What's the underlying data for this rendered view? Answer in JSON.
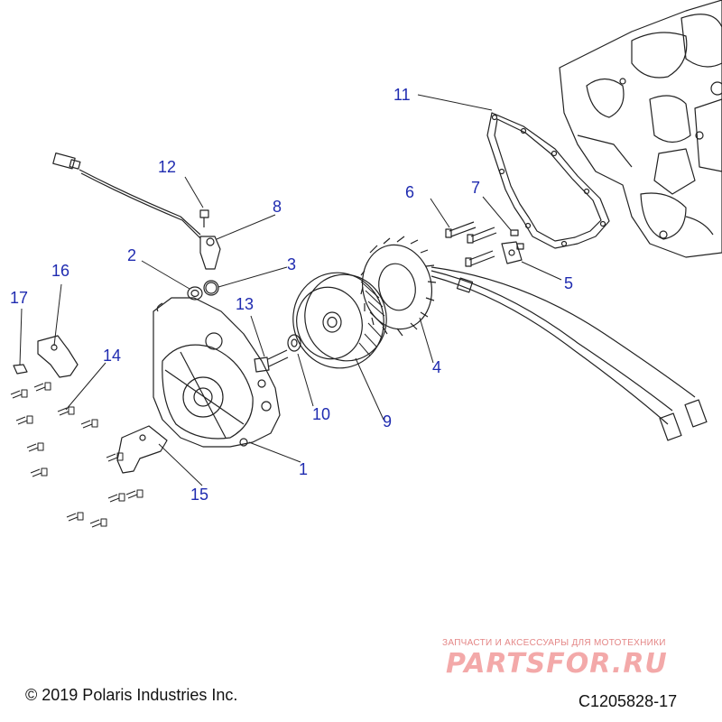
{
  "callouts": {
    "c1": "1",
    "c2": "2",
    "c3": "3",
    "c4": "4",
    "c5": "5",
    "c6": "6",
    "c7": "7",
    "c8": "8",
    "c9": "9",
    "c10": "10",
    "c11": "11",
    "c12": "12",
    "c13": "13",
    "c14": "14",
    "c15": "15",
    "c16": "16",
    "c17": "17"
  },
  "footer": {
    "copyright": "© 2019 Polaris Industries Inc.",
    "diagram_code": "C1205828-17"
  },
  "watermark": {
    "tagline": "ЗАПЧАСТИ И АКСЕССУАРЫ ДЛЯ МОТОТЕХНИКИ",
    "logo": "PARTSFOR.RU"
  },
  "colors": {
    "callout": "#1f2bb0",
    "line": "#222222",
    "watermark": "#e48686"
  }
}
